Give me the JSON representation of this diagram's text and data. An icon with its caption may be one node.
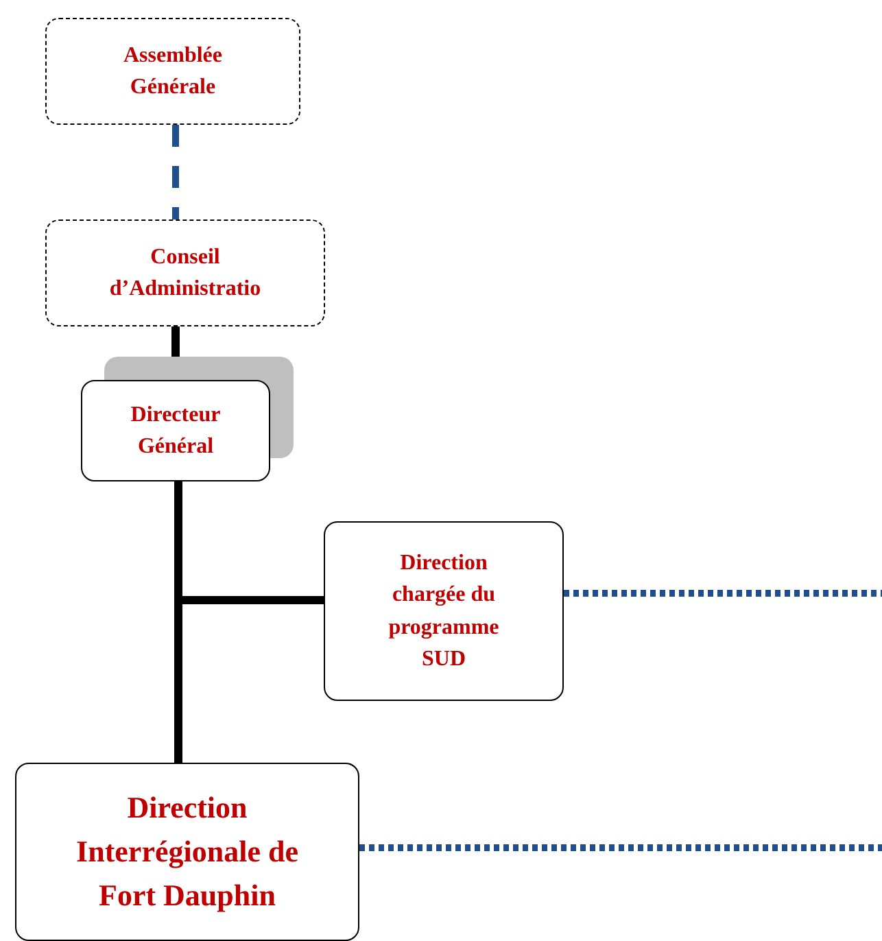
{
  "diagram": {
    "nodes": [
      {
        "text": [
          "Assemblée Générale"
        ]
      },
      {
        "text": [
          "Conseil d’Administratio"
        ]
      },
      {
        "text": [
          "Directeur Général"
        ]
      },
      {
        "text": [
          "Direction chargée du programme SUD"
        ]
      },
      {
        "text": [
          "Direction Interrégionale de Fort Dauphin"
        ]
      }
    ],
    "edges": [
      {
        "from": 0,
        "to": 1,
        "arrow": "none",
        "style": "dashed",
        "color": "#1f4e8c"
      },
      {
        "from": 1,
        "to": 2,
        "arrow": "none",
        "color": "#000000"
      },
      {
        "from": 2,
        "to": 3,
        "arrow": "none",
        "color": "#000000"
      },
      {
        "from": 2,
        "to": 4,
        "arrow": "none",
        "color": "#000000"
      },
      {
        "from": 3,
        "to": null,
        "arrow": "none",
        "style": "dashed",
        "color": "#1f4e8c"
      },
      {
        "from": 4,
        "to": null,
        "arrow": "none",
        "style": "dashed",
        "color": "#1f4e8c"
      }
    ]
  }
}
